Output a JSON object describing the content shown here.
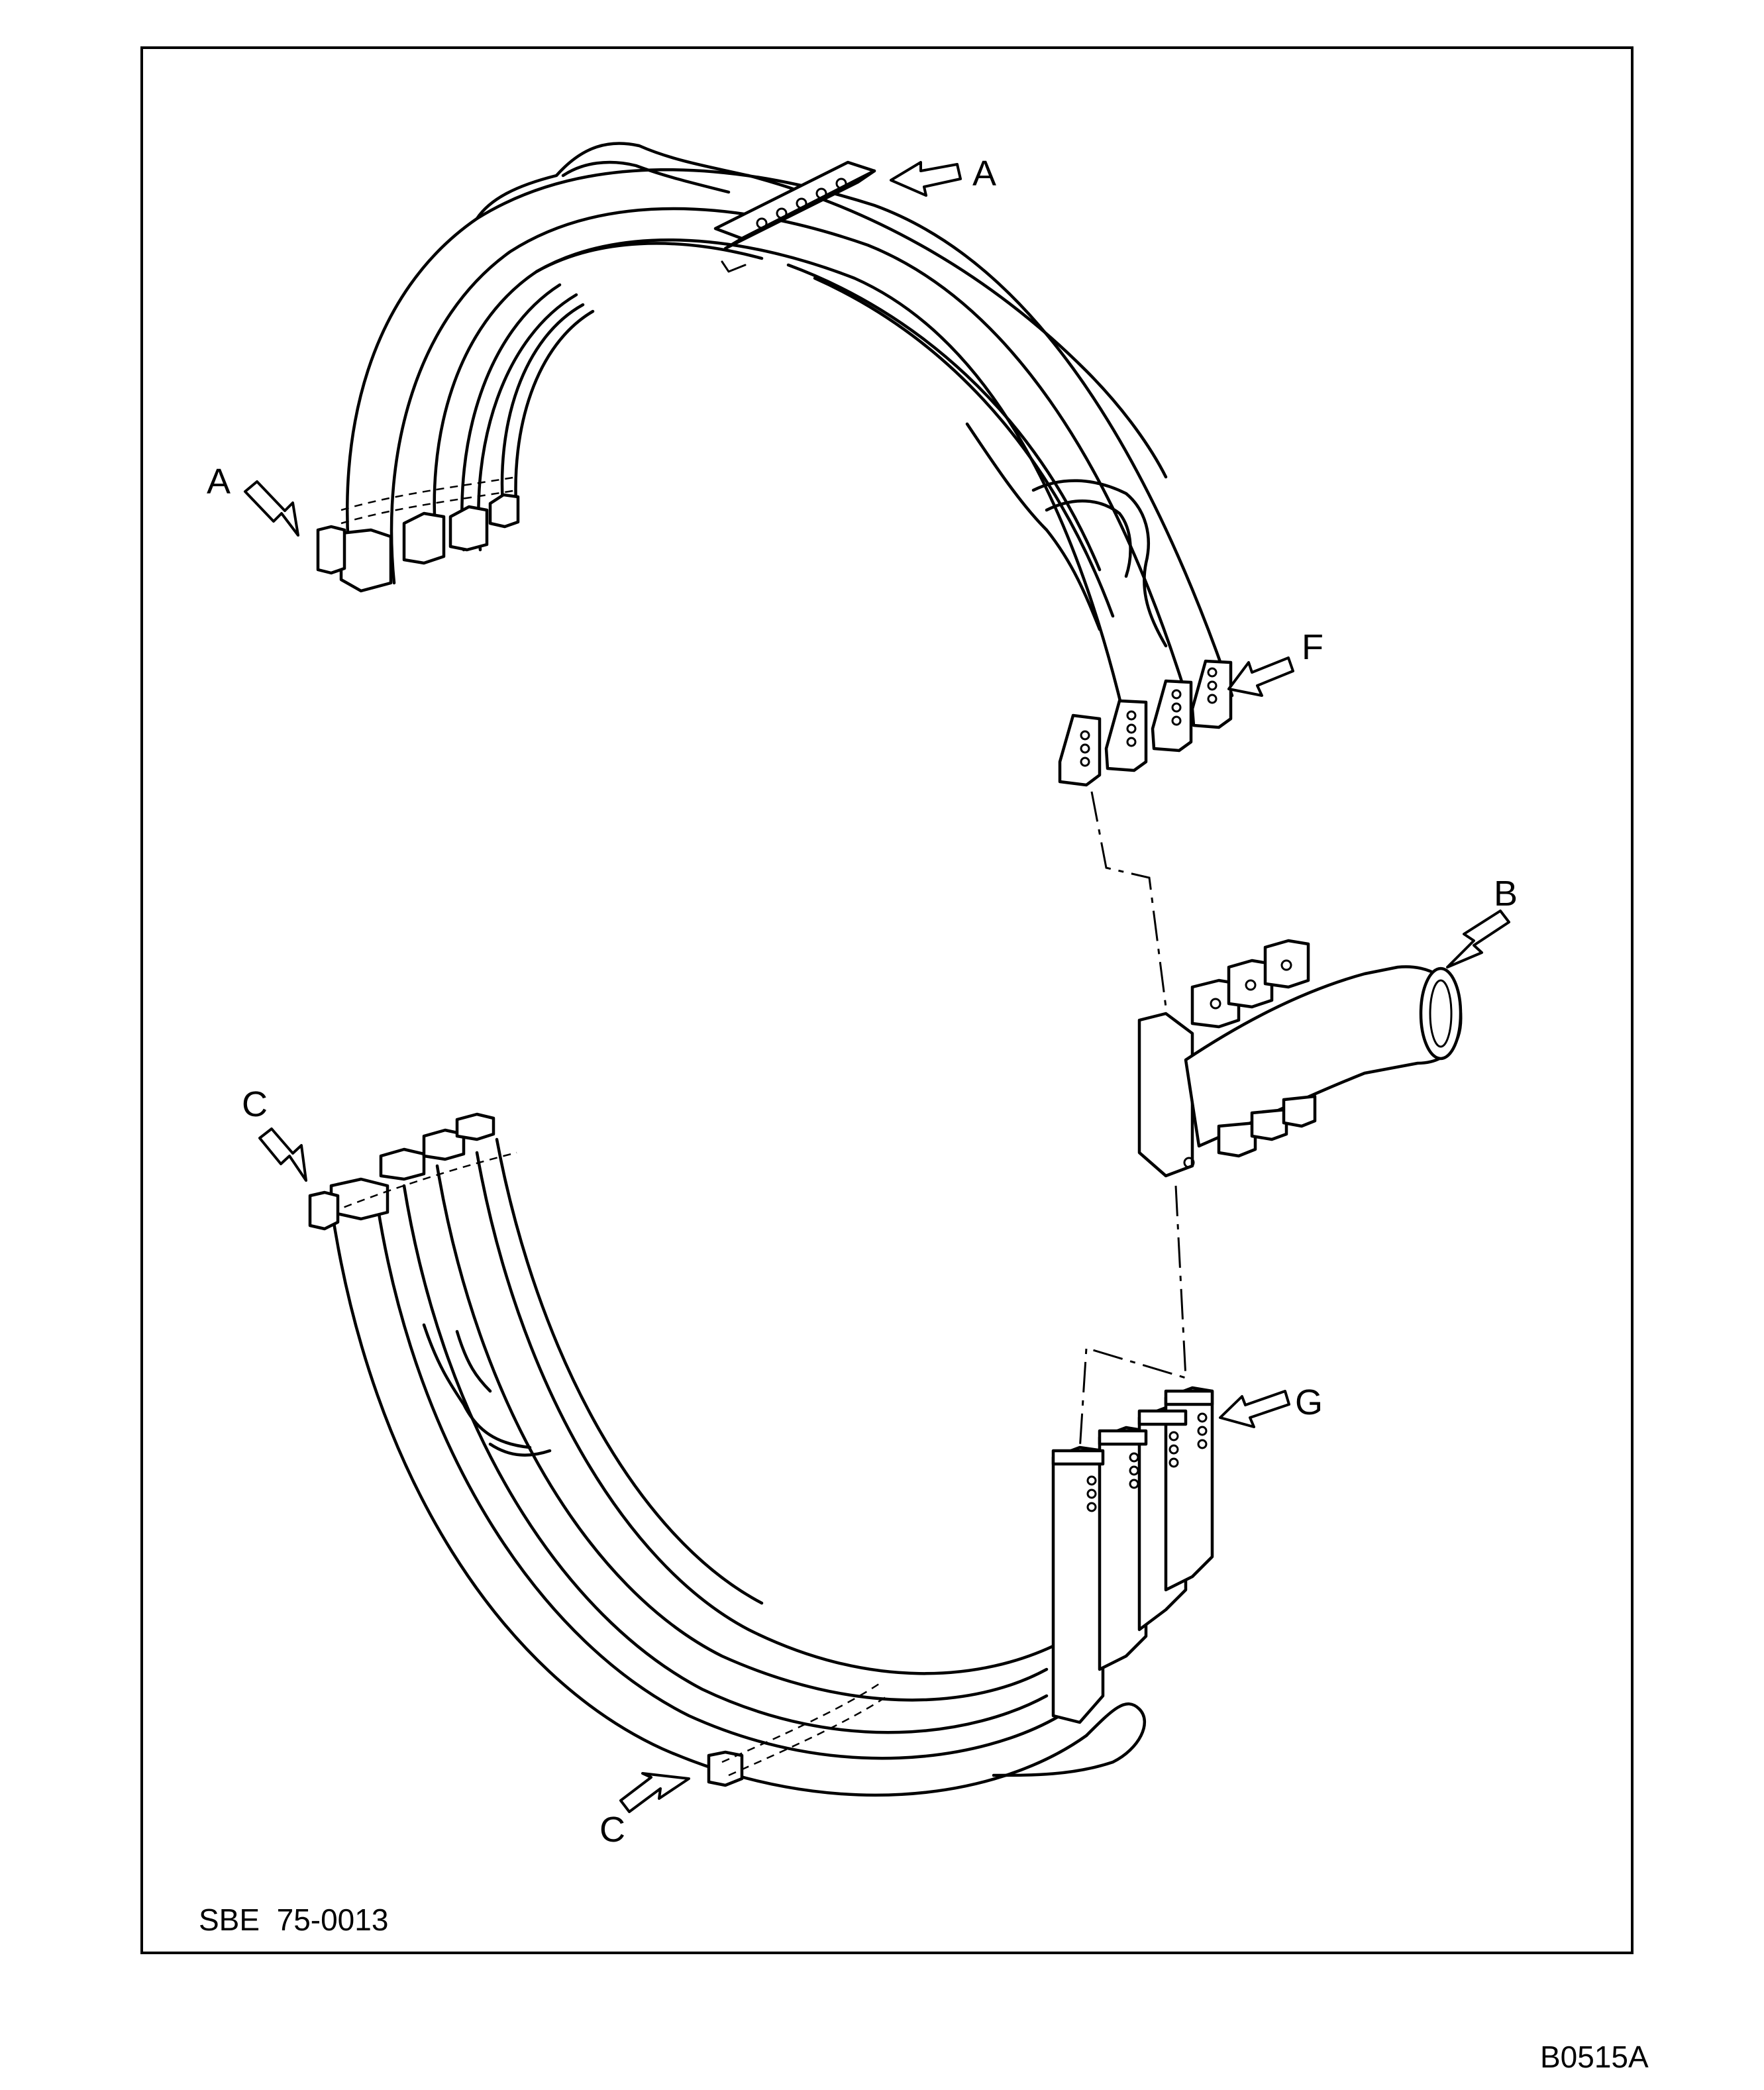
{
  "figure": {
    "callouts": {
      "a_top": "A",
      "a_left": "A",
      "f": "F",
      "b": "B",
      "c_upper": "C",
      "c_lower": "C",
      "g": "G"
    },
    "document_number": "SBE  75-0013",
    "figure_code": "B0515A"
  },
  "colors": {
    "ink": "#000000",
    "paper": "#ffffff"
  }
}
